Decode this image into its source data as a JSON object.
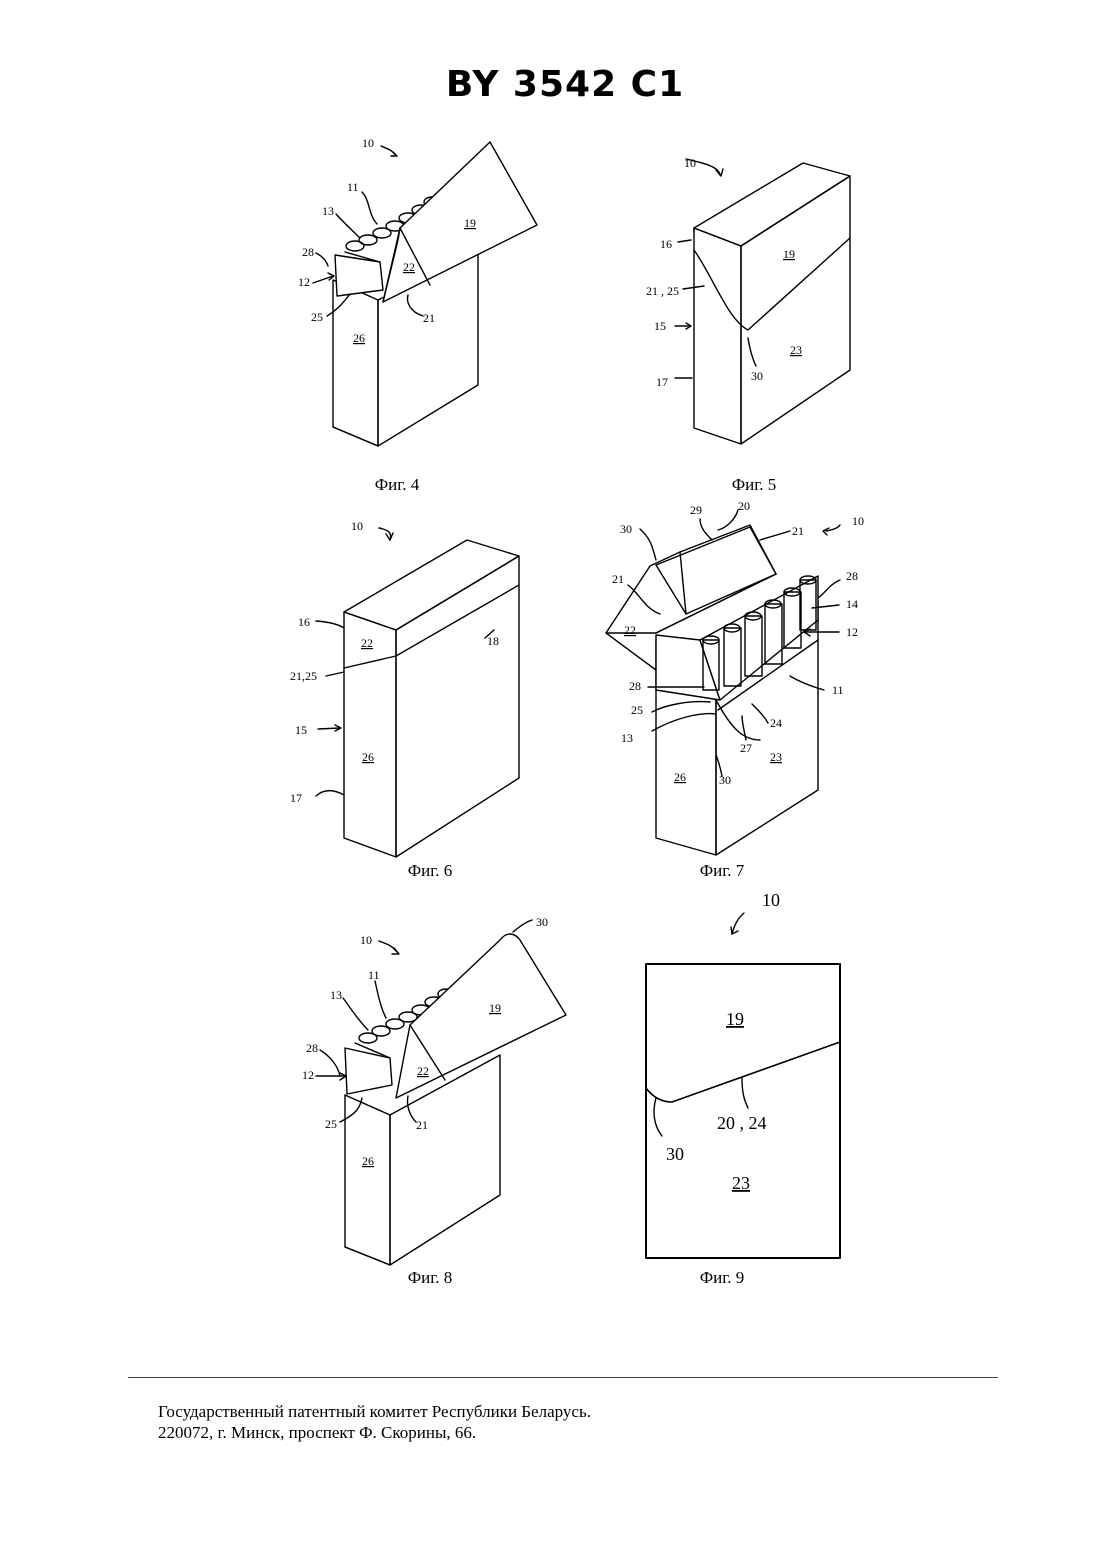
{
  "header": {
    "title": "BY 3542 C1"
  },
  "figures": {
    "fig4": {
      "caption": "Фиг. 4",
      "refs": {
        "r10": "10",
        "r11": "11",
        "r13": "13",
        "r28": "28",
        "r12": "12",
        "r25": "25",
        "r26": "26",
        "r22": "22",
        "r19": "19",
        "r21": "21"
      }
    },
    "fig5": {
      "caption": "Фиг. 5",
      "refs": {
        "r10": "10",
        "r16": "16",
        "r19": "19",
        "r2125": "21 , 25",
        "r15": "15",
        "r23": "23",
        "r30": "30",
        "r17": "17"
      }
    },
    "fig6": {
      "caption": "Фиг. 6",
      "refs": {
        "r10": "10",
        "r16": "16",
        "r22": "22",
        "r18": "18",
        "r2125": "21,25",
        "r15": "15",
        "r26": "26",
        "r17": "17"
      }
    },
    "fig7": {
      "caption": "Фиг. 7",
      "refs": {
        "r30a": "30",
        "r29": "29",
        "r20": "20",
        "r21a": "21",
        "r10": "10",
        "r21b": "21",
        "r22": "22",
        "r28a": "28",
        "r14": "14",
        "r12": "12",
        "r28b": "28",
        "r11": "11",
        "r25": "25",
        "r24": "24",
        "r13": "13",
        "r27": "27",
        "r23": "23",
        "r26": "26",
        "r30b": "30"
      }
    },
    "fig8": {
      "caption": "Фиг. 8",
      "refs": {
        "r30": "30",
        "r10": "10",
        "r11": "11",
        "r13": "13",
        "r19": "19",
        "r28": "28",
        "r12": "12",
        "r22": "22",
        "r25": "25",
        "r21": "21",
        "r26": "26"
      }
    },
    "fig9": {
      "caption": "Фиг. 9",
      "refs": {
        "r10": "10",
        "r19": "19",
        "r2024": "20 , 24",
        "r30": "30",
        "r23": "23"
      }
    }
  },
  "footer": {
    "line1": "Государственный патентный комитет Республики Беларусь.",
    "line2": "220072, г. Минск, проспект Ф. Скорины, 66."
  }
}
